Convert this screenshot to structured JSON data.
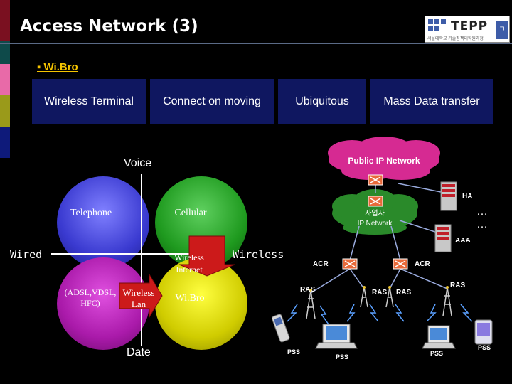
{
  "slide": {
    "title": "Access Network (3)",
    "logo": {
      "word": "TEPP",
      "subtitle": "서울대학교 기술정책대학원과정"
    },
    "bullet": "Wi.Bro"
  },
  "features": [
    "Wireless Terminal",
    "Connect on moving",
    "Ubiquitous",
    "Mass Data transfer"
  ],
  "quadrant": {
    "axis_top": "Voice",
    "axis_bottom": "Date",
    "axis_left": "Wired",
    "axis_right": "Wireless",
    "telephone": "Telephone",
    "cellular": "Cellular",
    "adsl": "(ADSL,VDSL, HFC)",
    "wireless_lan": "Wireless Lan",
    "wireless_internet": "Wireless Internet",
    "wibro": "Wi.Bro"
  },
  "network": {
    "public_ip": "Public IP Network",
    "operator": "사업자",
    "operator_ip": "IP Network",
    "ha": "HA",
    "aaa": "AAA",
    "acr": "ACR",
    "ras": "RAS",
    "pss": "PSS",
    "dots": "…"
  },
  "colors": {
    "bullet": "#f5c400",
    "feature_box": "#0f1760",
    "arrow": "#cc1a1a",
    "cloud": "#d62a92",
    "green_cloud": "#2a8a2a"
  }
}
